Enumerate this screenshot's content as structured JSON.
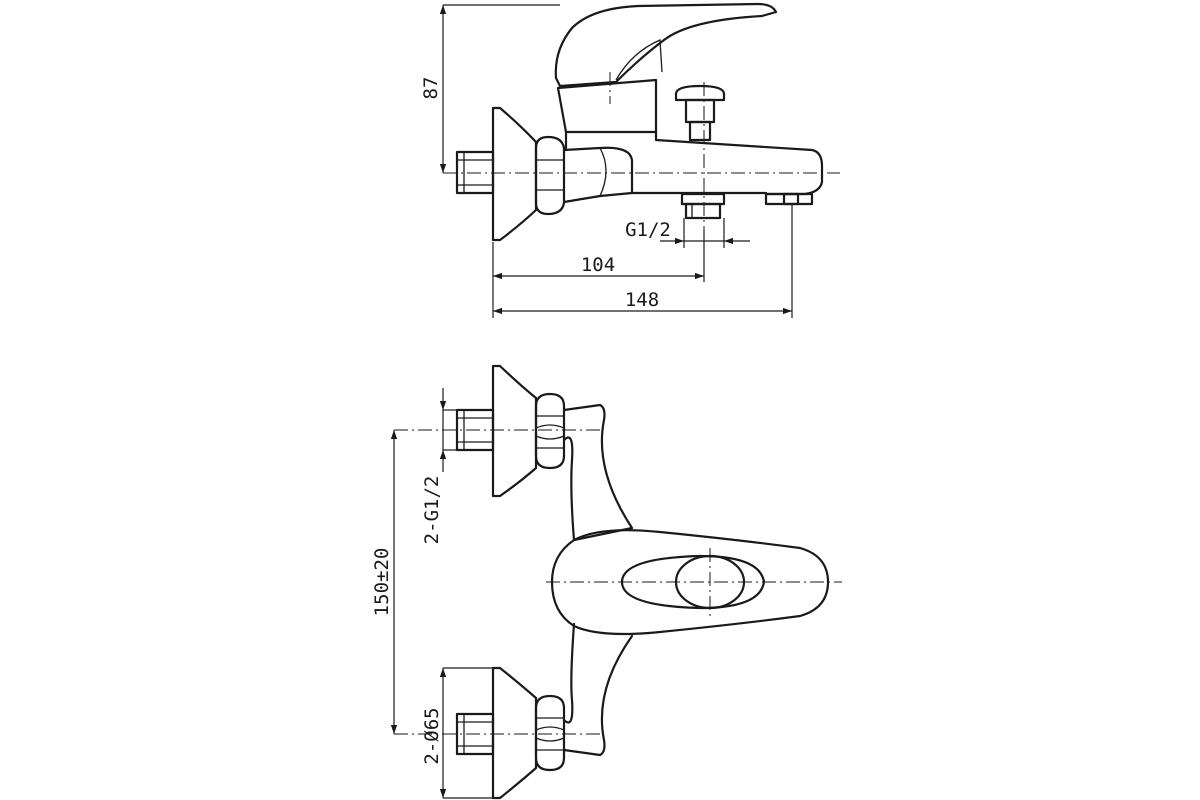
{
  "dimensions": {
    "height": "87",
    "outlet_thread": "G1/2",
    "outlet_offset": "104",
    "overall_length": "148",
    "inlet_thread": "2-G1/2",
    "inlet_spacing": "150±20",
    "flange_diameter": "2-Ø65"
  }
}
